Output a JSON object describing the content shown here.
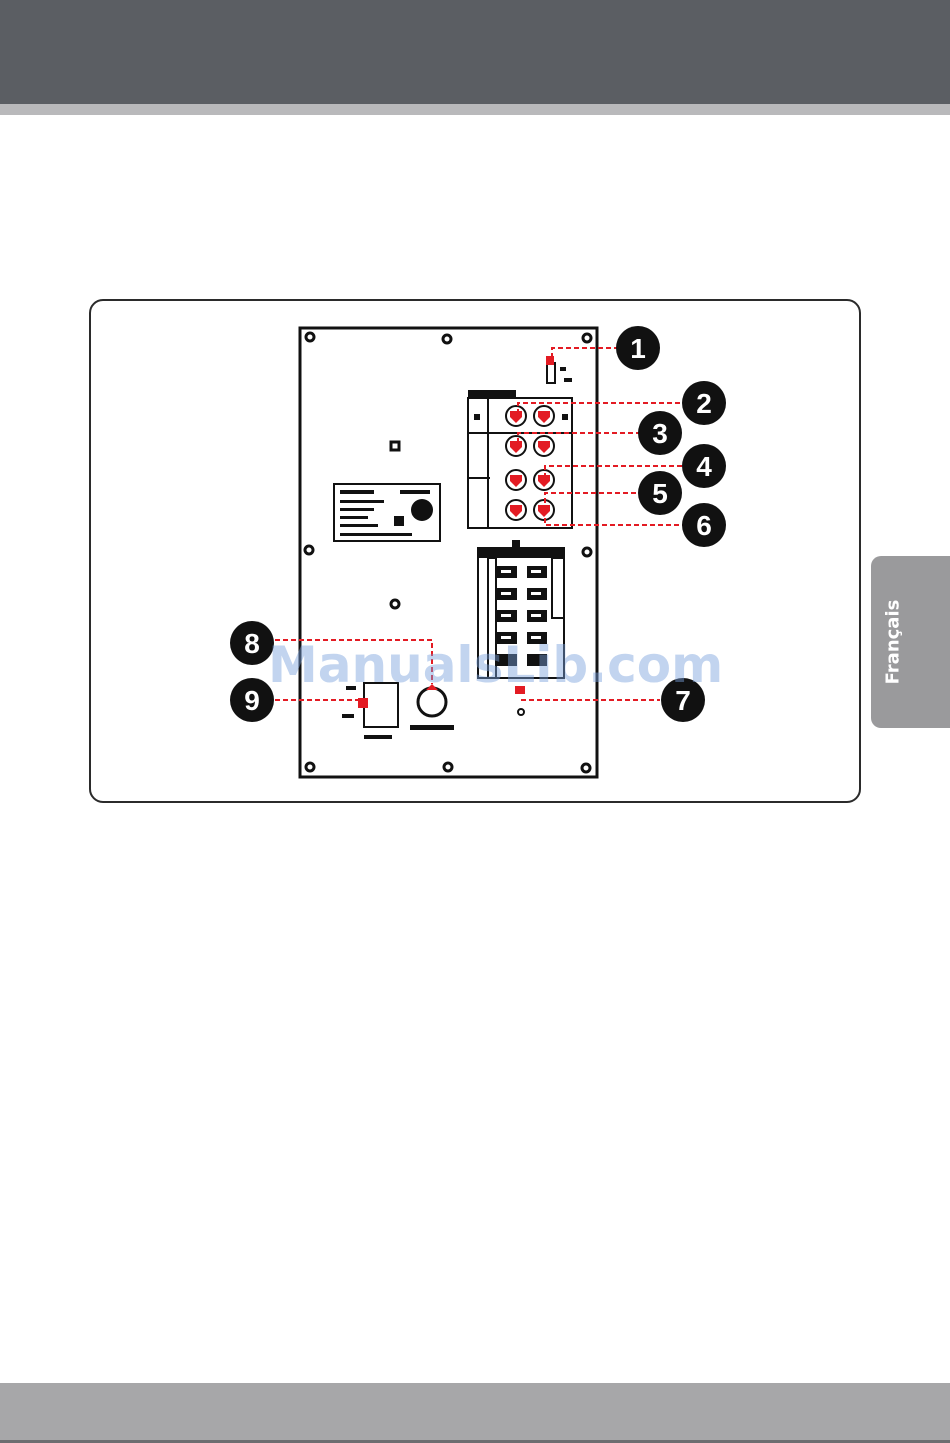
{
  "side_tab": {
    "label": "Français"
  },
  "watermark": {
    "text": "ManualsLib.com"
  },
  "callouts": [
    "1",
    "2",
    "3",
    "4",
    "5",
    "6",
    "7",
    "8",
    "9"
  ],
  "colors": {
    "header": "#5b5e63",
    "accent": "#e31b23",
    "tab": "#9a9a9c",
    "footer": "#a7a7a9"
  }
}
